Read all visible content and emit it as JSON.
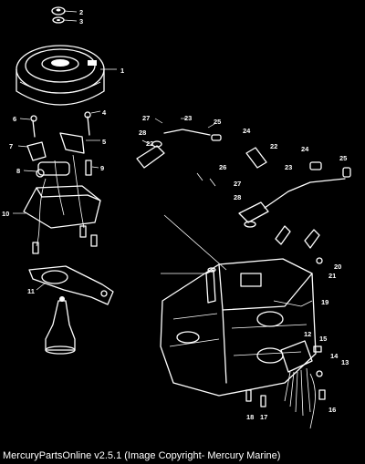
{
  "footer": {
    "caption": "MercuryPartsOnline v2.5.1 (Image Copyright- Mercury Marine)"
  },
  "callouts": [
    "1",
    "2",
    "3",
    "4",
    "5",
    "6",
    "7",
    "8",
    "9",
    "10",
    "11",
    "12",
    "13",
    "14",
    "15",
    "16",
    "17",
    "18",
    "19",
    "20",
    "21",
    "22",
    "22",
    "23",
    "23",
    "24",
    "24",
    "25",
    "25",
    "26",
    "27",
    "27",
    "28",
    "28"
  ]
}
